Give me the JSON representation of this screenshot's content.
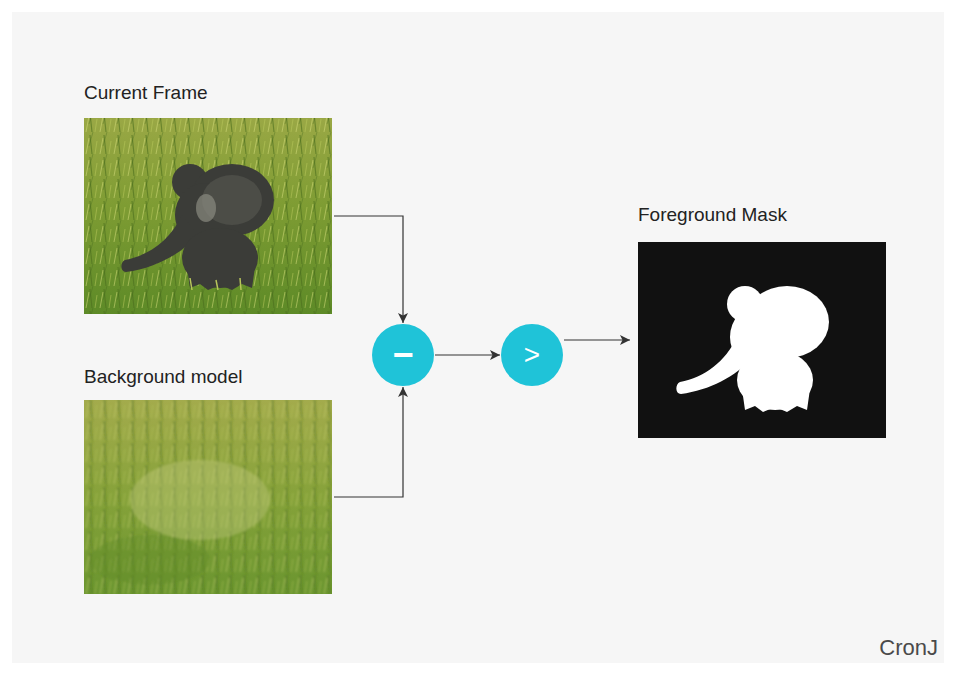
{
  "diagram": {
    "nodes": [
      {
        "text": [
          "Current Frame"
        ]
      },
      {
        "text": [
          "Background model"
        ]
      },
      {
        "text": [
          "−"
        ]
      },
      {
        "text": [
          ">"
        ]
      },
      {
        "text": [
          "Foreground Mask"
        ]
      }
    ],
    "edges": [
      {
        "from": 0,
        "to": 2,
        "arrow": "to"
      },
      {
        "from": 1,
        "to": 2,
        "arrow": "to"
      },
      {
        "from": 2,
        "to": 3,
        "arrow": "to"
      },
      {
        "from": 3,
        "to": 4,
        "arrow": "to"
      }
    ],
    "labels": [
      "CronJ"
    ]
  }
}
